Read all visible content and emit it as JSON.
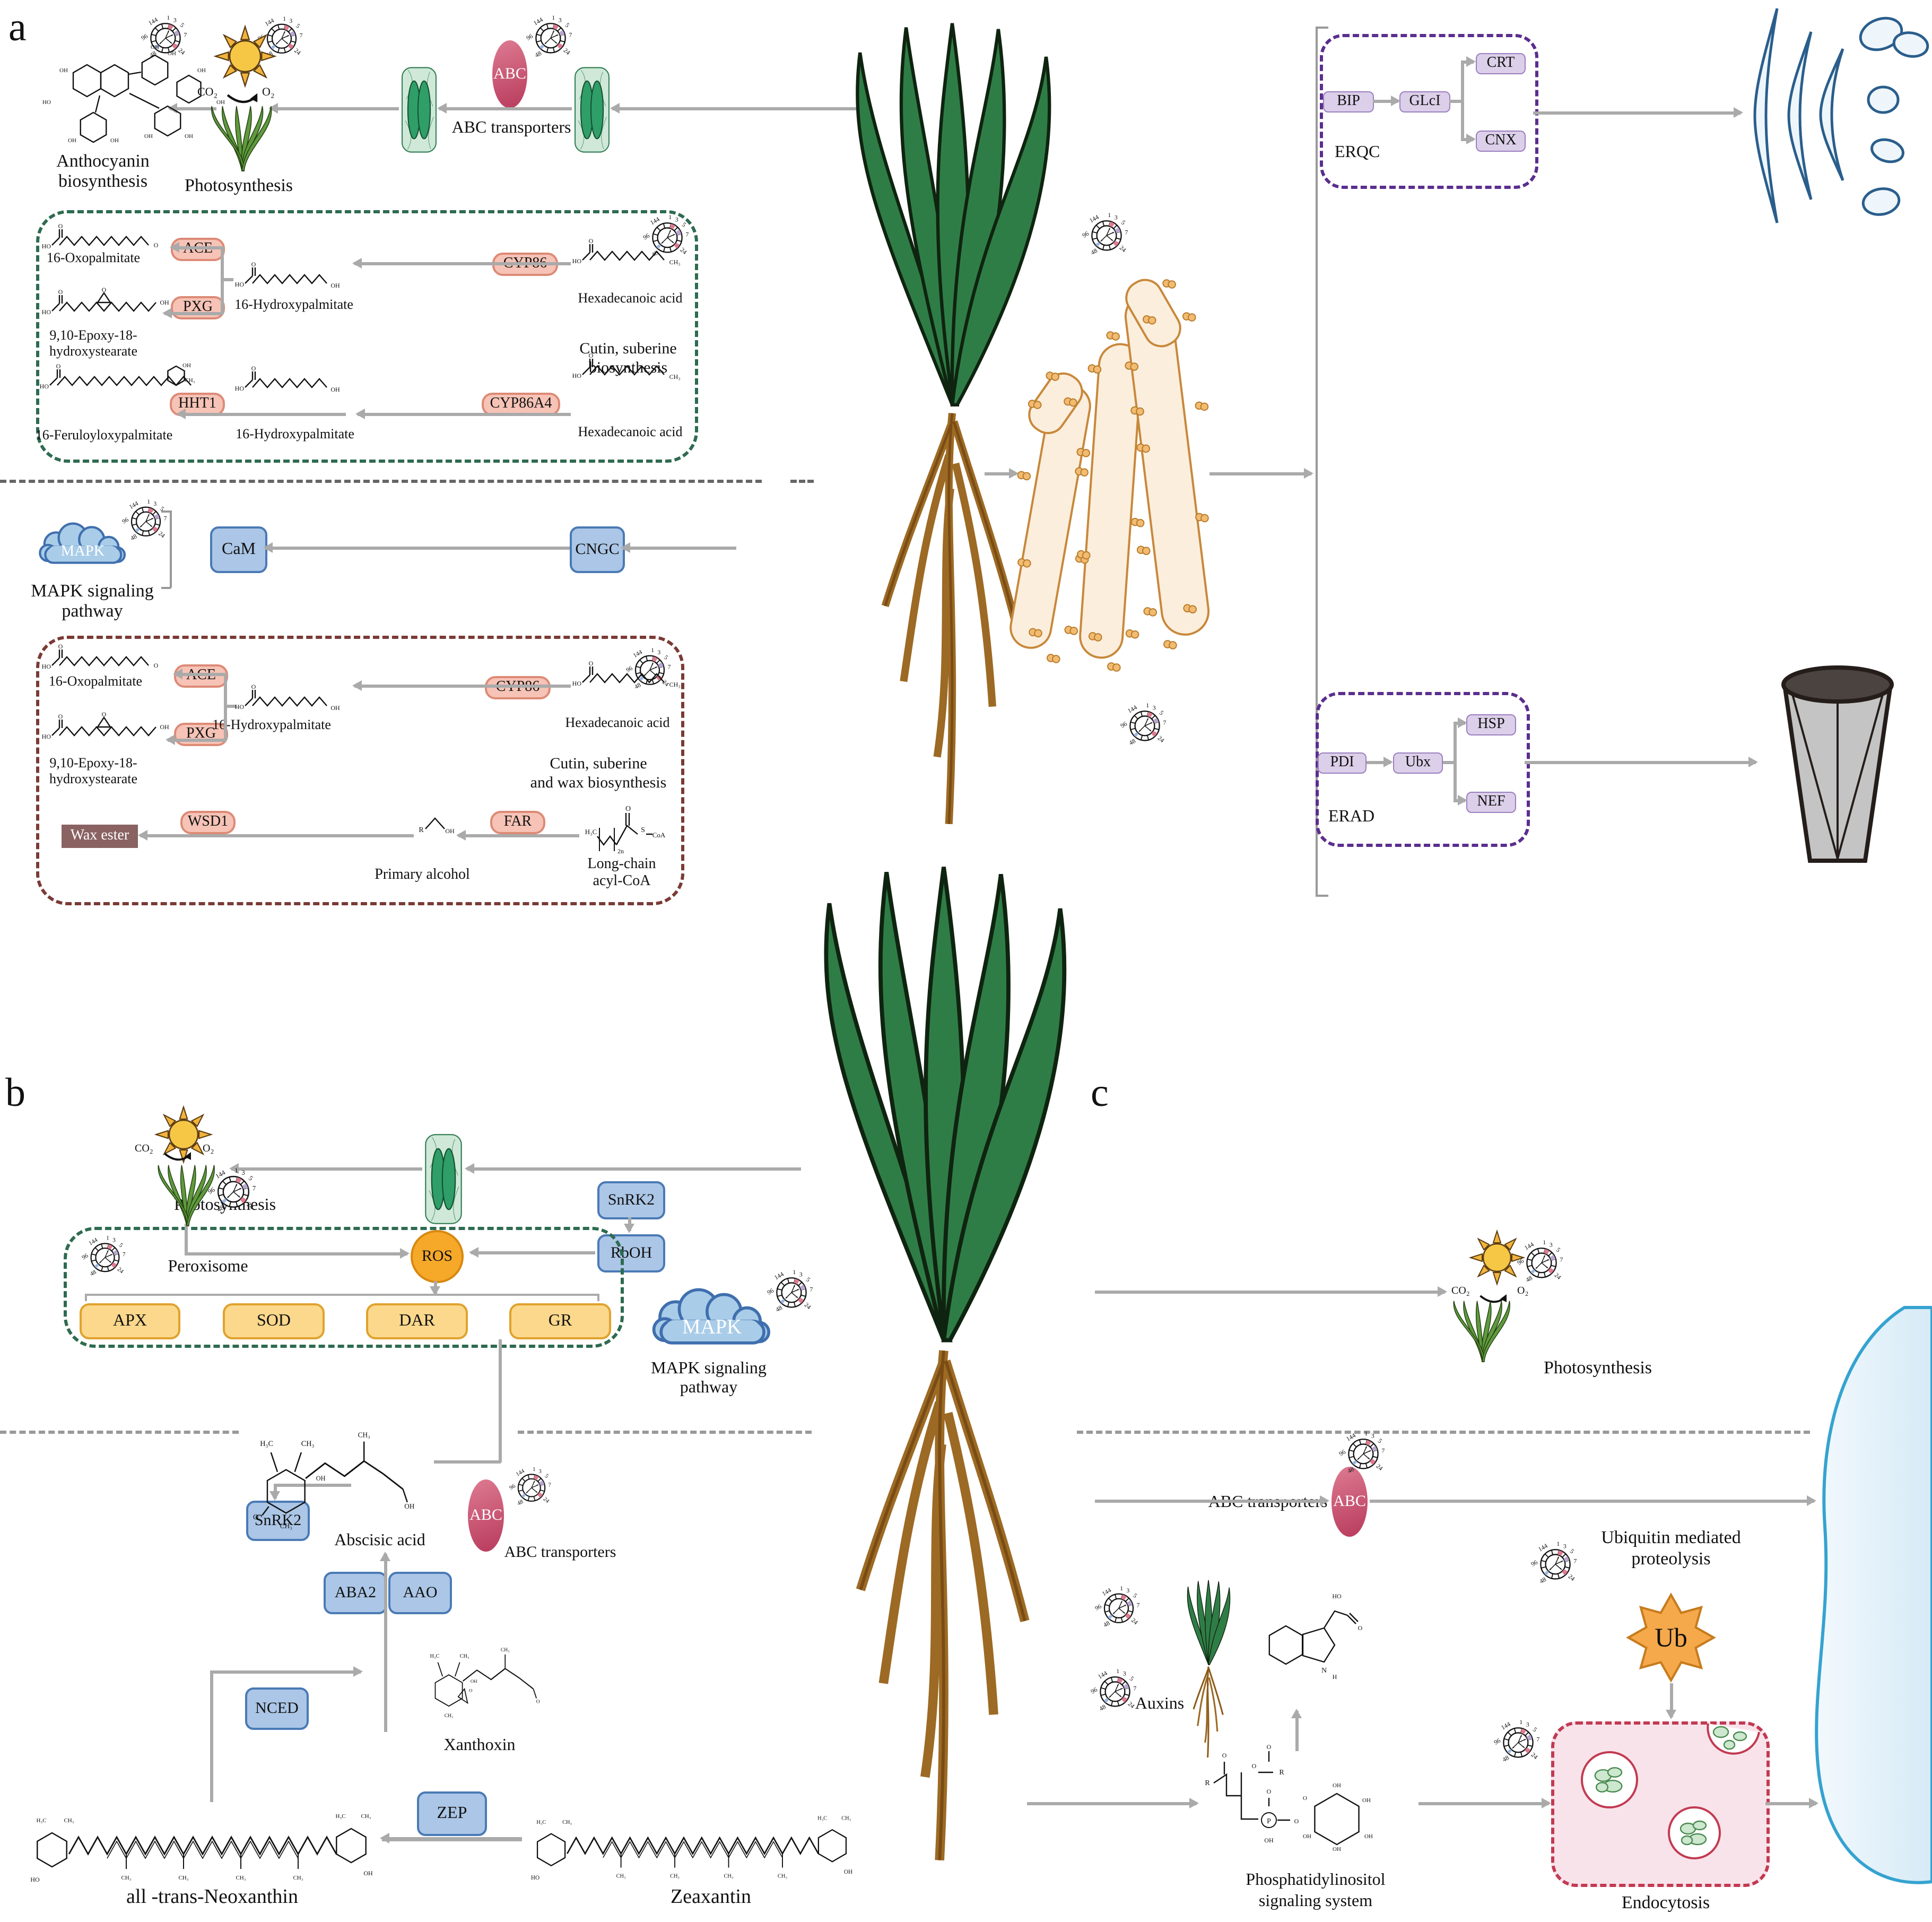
{
  "panel_letters": {
    "a": "a",
    "b": "b",
    "c": "c"
  },
  "clock_labels": [
    "144",
    "1",
    "3",
    "5",
    "7",
    "24",
    "48",
    "96"
  ],
  "atoms": {
    "ho": "HO",
    "o": "O",
    "oh": "OH",
    "ch3": "CH₃",
    "h3c": "H₃C",
    "r": "R",
    "s": "S",
    "coa": "CoA",
    "n2": "2n",
    "n": "N",
    "h": "H",
    "p": "P"
  },
  "common": {
    "photosynthesis": "Photosynthesis",
    "co2": "CO₂",
    "o2": "O₂",
    "abc": "ABC",
    "abc_transporters": "ABC transporters",
    "mapk": "MAPK",
    "mapk_line1": "MAPK signaling",
    "mapk_line2": "pathway"
  },
  "panel_a": {
    "anthocyanin_line1": "Anthocyanin",
    "anthocyanin_line2": "biosynthesis",
    "cutin_box": {
      "title_line1": "Cutin, suberine",
      "title_line2": "biosynthesis",
      "oxopalmitate": "16-Oxopalmitate",
      "hydroxypalmitate": "16-Hydroxypalmitate",
      "hydroxypalmitate2": "16-Hydroxypalmitate",
      "hexadecanoic": "Hexadecanoic acid",
      "hexadecanoic2": "Hexadecanoic acid",
      "epoxy_line1": "9,10-Epoxy-18-",
      "epoxy_line2": "hydroxystearate",
      "feruloyl": "16-Feruloyloxypalmitate",
      "ace": "ACE",
      "pxg": "PXG",
      "cyp86": "CYP86",
      "cyp86a4": "CYP86A4",
      "hht1": "HHT1"
    },
    "cam": "CaM",
    "cngc": "CNGC",
    "wax_box": {
      "title_line1": "Cutin, suberine",
      "title_line2": "and wax biosynthesis",
      "oxopalmitate": "16-Oxopalmitate",
      "hydroxypalmitate": "16-Hydroxypalmitate",
      "hexadecanoic": "Hexadecanoic acid",
      "epoxy_line1": "9,10-Epoxy-18-",
      "epoxy_line2": "hydroxystearate",
      "wax_ester": "Wax ester",
      "primary_alcohol": "Primary alcohol",
      "long_chain_line1": "Long-chain",
      "long_chain_line2": "acyl-CoA",
      "ace": "ACE",
      "pxg": "PXG",
      "cyp86": "CYP86",
      "wsd1": "WSD1",
      "far": "FAR"
    },
    "erqc": {
      "label": "ERQC",
      "bip": "BIP",
      "glci": "GLcI",
      "crt": "CRT",
      "cnx": "CNX"
    },
    "erad": {
      "label": "ERAD",
      "pdi": "PDI",
      "ubx": "Ubx",
      "hsp": "HSP",
      "nef": "NEF"
    }
  },
  "panel_b": {
    "snrk2_top": "SnRK2",
    "rboh": "RbOH",
    "ros": "ROS",
    "peroxisome": "Peroxisome",
    "apx": "APX",
    "sod": "SOD",
    "dar": "DAR",
    "gr": "GR",
    "snrk2": "SnRK2",
    "abscisic_acid": "Abscisic acid",
    "aba2": "ABA2",
    "aao": "AAO",
    "nced": "NCED",
    "xanthoxin": "Xanthoxin",
    "zep": "ZEP",
    "neoxanthin": "all -trans-Neoxanthin",
    "zeaxanthin": "Zeaxantin"
  },
  "panel_c": {
    "auxins": "Auxins",
    "ubiquitin_line1": "Ubiquitin mediated",
    "ubiquitin_line2": "proteolysis",
    "ub": "Ub",
    "endocytosis": "Endocytosis",
    "phospha_line1": "Phosphatidylinositol",
    "phospha_line2": "signaling system"
  }
}
